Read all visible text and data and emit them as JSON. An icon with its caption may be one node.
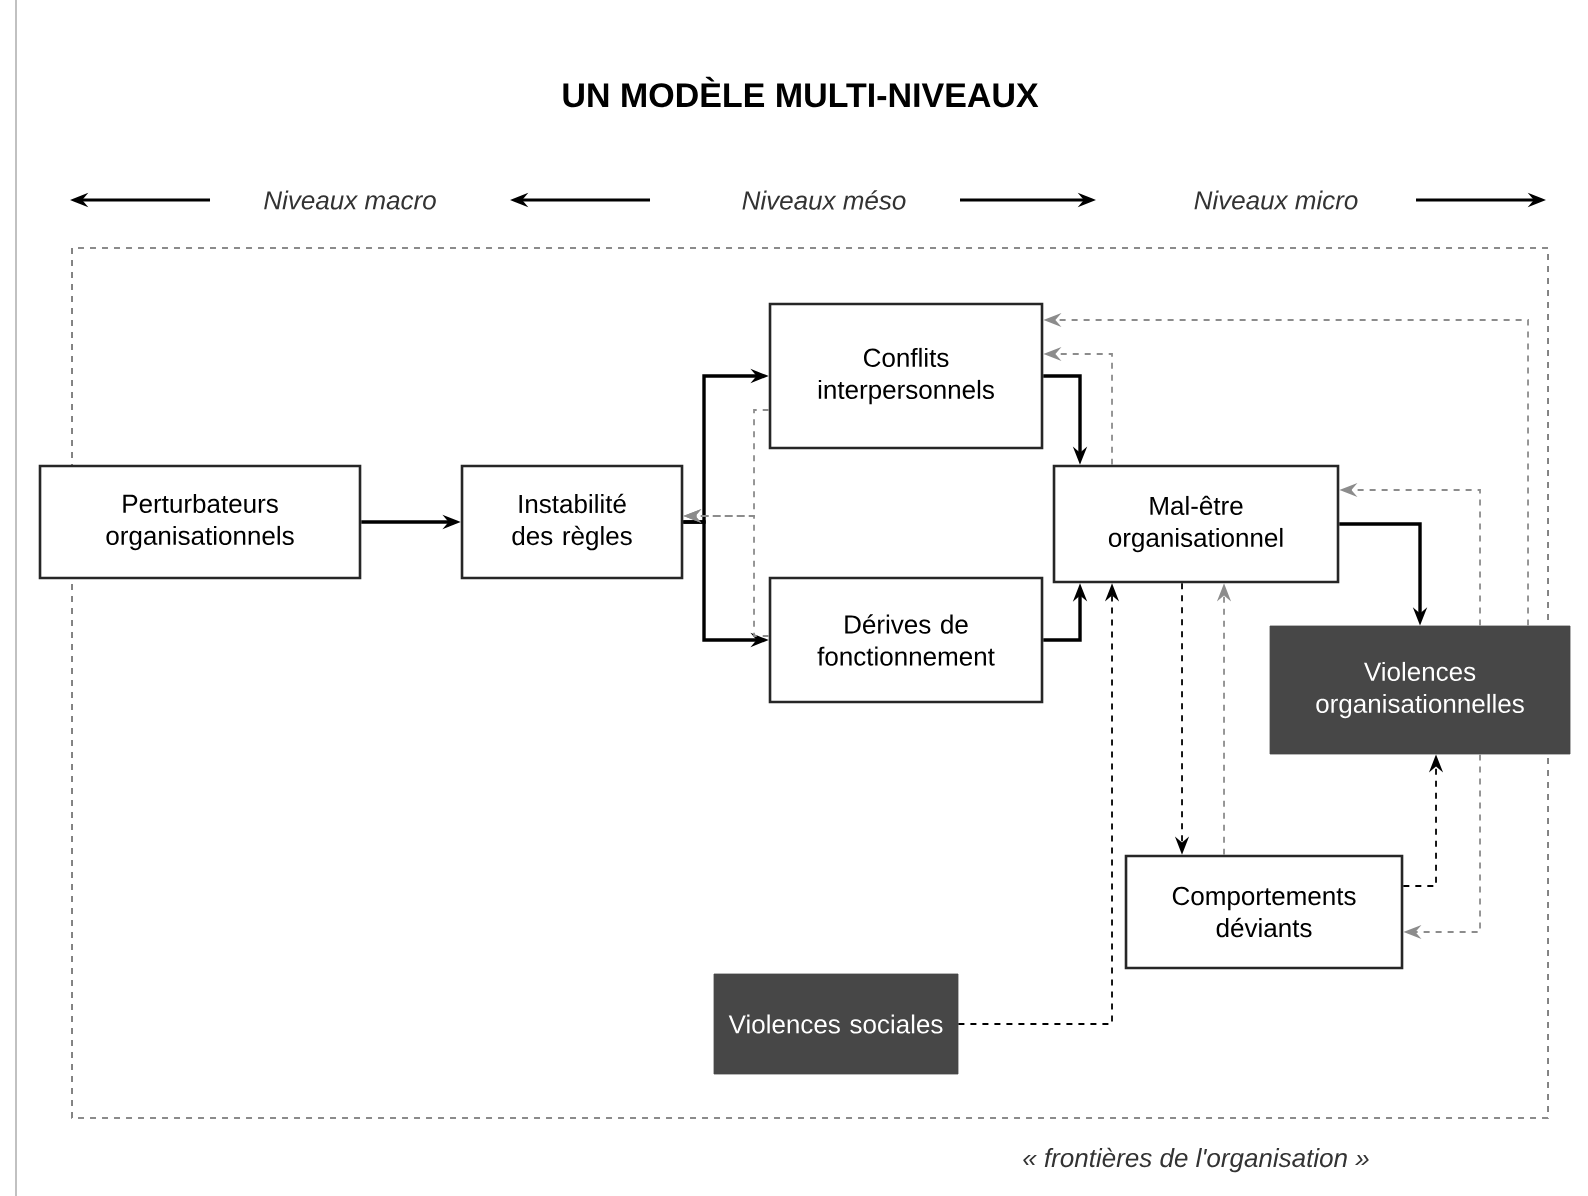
{
  "diagram": {
    "title": "UN MODÈLE MULTI-NIVEAUX",
    "nodes": [
      {
        "text": [
          "Perturbateurs organisationnels"
        ]
      },
      {
        "text": [
          "Instabilité des règles"
        ]
      },
      {
        "text": [
          "Conflits interpersonnels"
        ]
      },
      {
        "text": [
          "Dérives de fonctionnement"
        ]
      },
      {
        "text": [
          "Mal-être organisationnel"
        ]
      },
      {
        "text": [
          "Violences organisationnelles"
        ]
      },
      {
        "text": [
          "Comportements déviants"
        ]
      },
      {
        "text": [
          "Violences sociales"
        ]
      }
    ],
    "edges": [
      {
        "from": 0,
        "to": 1,
        "arrow": "to"
      },
      {
        "from": 1,
        "to": 2,
        "arrow": "to"
      },
      {
        "from": 1,
        "to": 3,
        "arrow": "to"
      },
      {
        "from": 2,
        "to": 4,
        "arrow": "to"
      },
      {
        "from": 3,
        "to": 4,
        "arrow": "to"
      },
      {
        "from": 4,
        "to": 5,
        "arrow": "to"
      },
      {
        "from": 4,
        "to": 2,
        "arrow": "to",
        "style": "dashed",
        "color": "#8c8c8c"
      },
      {
        "from": 2,
        "to": 1,
        "arrow": "to",
        "style": "dashed",
        "color": "#8c8c8c"
      },
      {
        "from": 3,
        "to": 1,
        "arrow": "to",
        "style": "dashed",
        "color": "#8c8c8c"
      },
      {
        "from": 5,
        "to": 2,
        "arrow": "to",
        "style": "dashed",
        "color": "#8c8c8c"
      },
      {
        "from": 5,
        "to": 4,
        "arrow": "to",
        "style": "dashed",
        "color": "#8c8c8c"
      },
      {
        "from": 4,
        "to": 6,
        "arrow": "to",
        "style": "dashed"
      },
      {
        "from": 6,
        "to": 4,
        "arrow": "to",
        "style": "dashed",
        "color": "#8c8c8c"
      },
      {
        "from": 6,
        "to": 5,
        "arrow": "to",
        "style": "dashed"
      },
      {
        "from": 5,
        "to": 6,
        "arrow": "to",
        "style": "dashed",
        "color": "#8c8c8c"
      },
      {
        "from": 7,
        "to": 4,
        "arrow": "to",
        "style": "dashed"
      }
    ],
    "labels": [
      "Niveaux macro",
      "Niveaux méso",
      "Niveaux micro",
      "« frontières de l'organisation »"
    ]
  }
}
